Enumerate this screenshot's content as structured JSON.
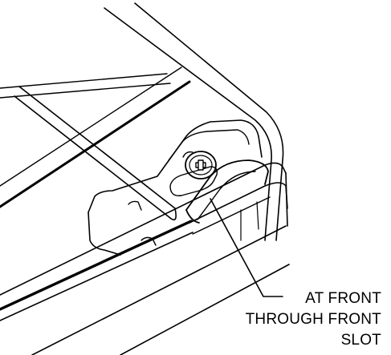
{
  "callout": {
    "lines": [
      "AT FRONT",
      "THROUGH FRONT",
      "SLOT"
    ]
  },
  "colors": {
    "ink": "#000000",
    "paper": "#ffffff"
  },
  "parts": {
    "shelf": "wire-shelf-frame",
    "bracket": "shelf-support-bracket",
    "fastener": "phillips-screw",
    "rail": "front-rail"
  }
}
